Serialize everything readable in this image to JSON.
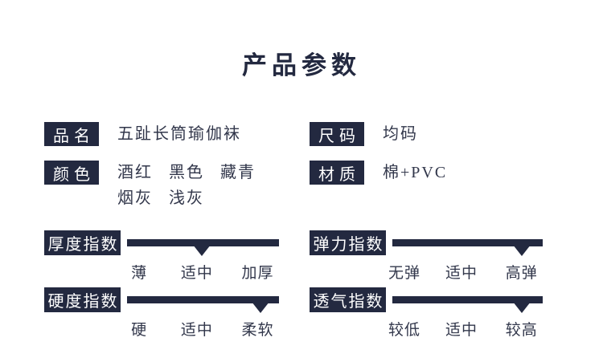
{
  "title": "产品参数",
  "colors": {
    "accent": "#232940",
    "text": "#32374b",
    "label_text": "#ffffff",
    "background": "#ffffff"
  },
  "fields": [
    {
      "label": "品名",
      "value": "五趾长筒瑜伽袜"
    },
    {
      "label": "尺码",
      "value": "均码"
    },
    {
      "label": "颜色",
      "value_lines": [
        [
          "酒红",
          "黑色",
          "藏青"
        ],
        [
          "烟灰",
          "浅灰"
        ]
      ]
    },
    {
      "label": "材质",
      "value": "棉+PVC"
    }
  ],
  "indices": [
    {
      "label": "厚度指数",
      "ticks": [
        "薄",
        "适中",
        "加厚"
      ],
      "marker_at": "适中",
      "marker_percent": 49
    },
    {
      "label": "弹力指数",
      "ticks": [
        "无弹",
        "适中",
        "高弹"
      ],
      "marker_at": "高弹",
      "marker_percent": 86
    },
    {
      "label": "硬度指数",
      "ticks": [
        "硬",
        "适中",
        "柔软"
      ],
      "marker_at": "柔软",
      "marker_percent": 88
    },
    {
      "label": "透气指数",
      "ticks": [
        "较低",
        "适中",
        "较高"
      ],
      "marker_at": "较高",
      "marker_percent": 86
    }
  ]
}
